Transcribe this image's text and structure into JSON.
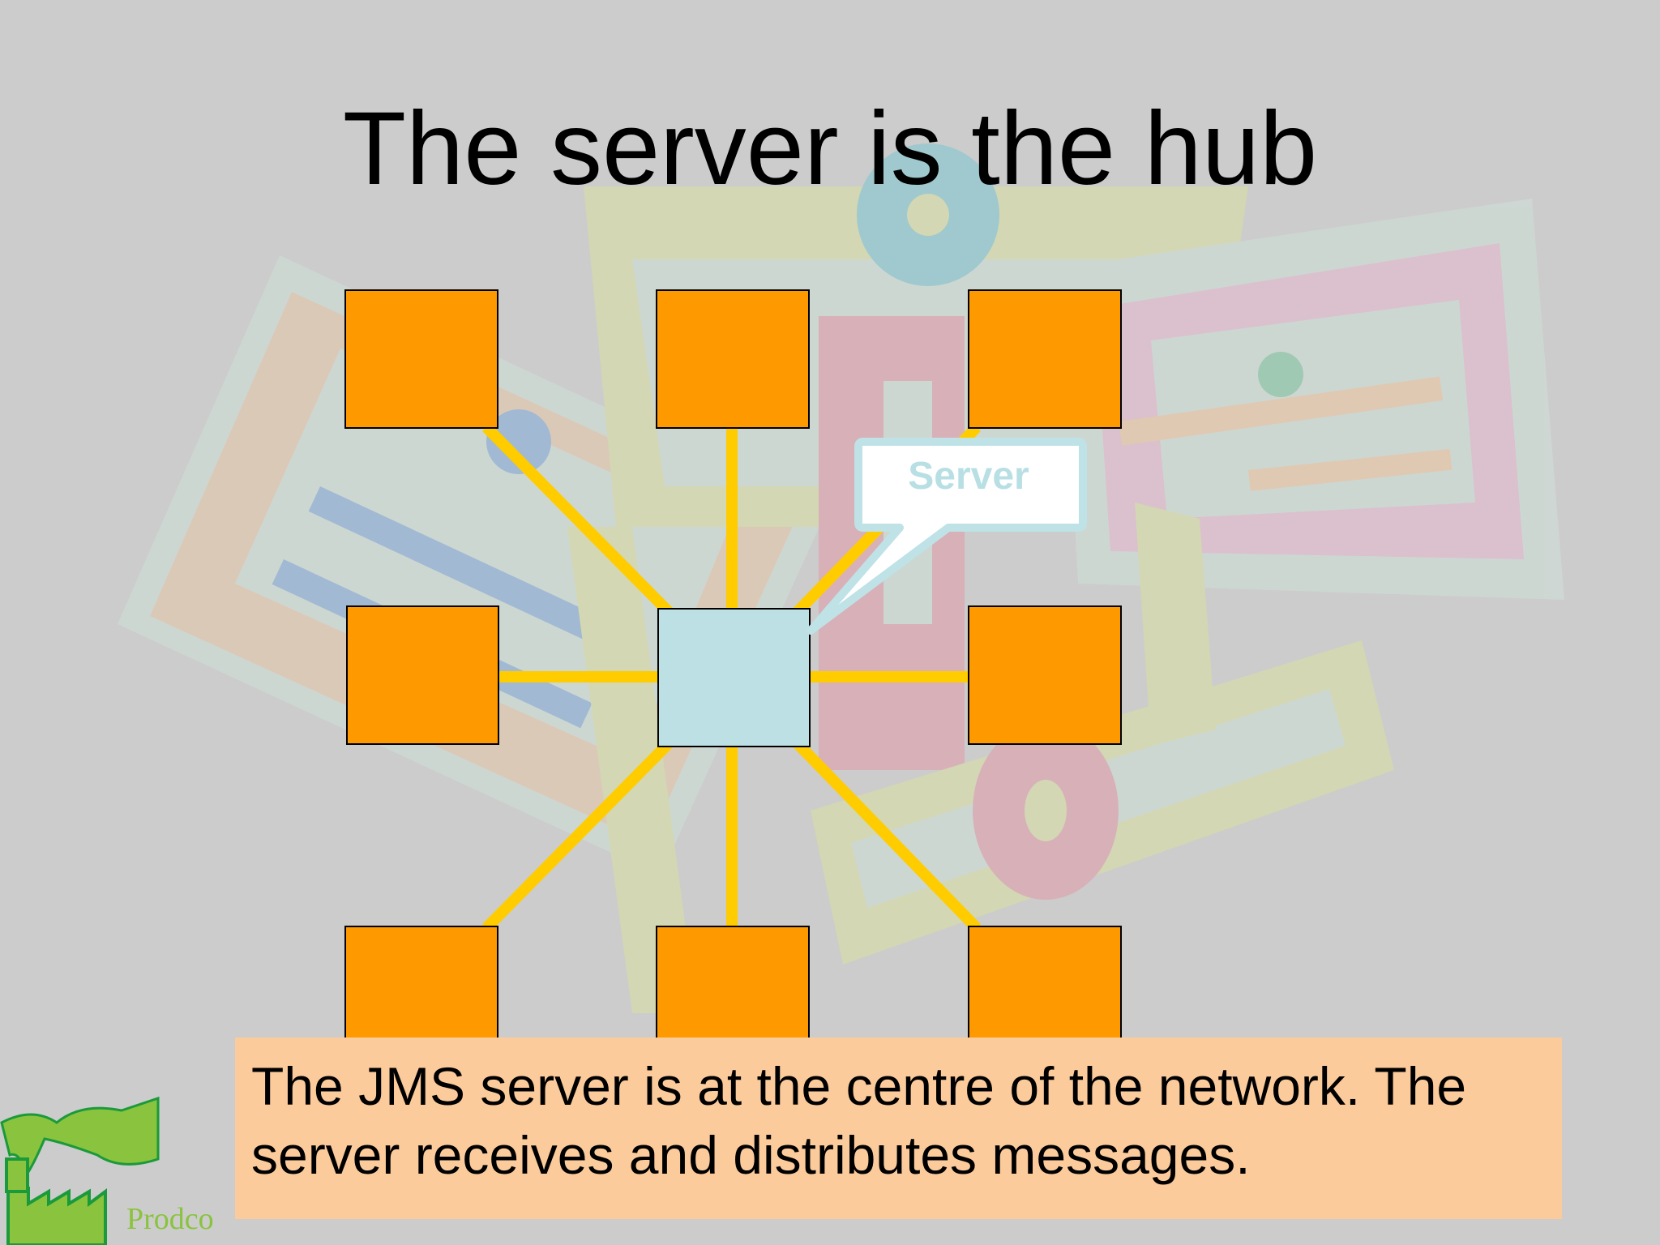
{
  "slide": {
    "title": "The server is the hub",
    "callout_label": "Server",
    "caption": "The JMS server is at the centre of the network. The server receives and distributes messages.",
    "brand": "Prodco"
  },
  "colors": {
    "background": "#cccccc",
    "client_fill": "#ff9900",
    "server_fill": "#bde0e4",
    "link_color": "#ffcc00",
    "caption_fill": "#fccb9c",
    "brand_green": "#8ac33e"
  },
  "diagram": {
    "hub": "server-node",
    "clients": [
      "client-node",
      "client-node",
      "client-node",
      "client-node",
      "client-node",
      "client-node",
      "client-node",
      "client-node"
    ]
  }
}
